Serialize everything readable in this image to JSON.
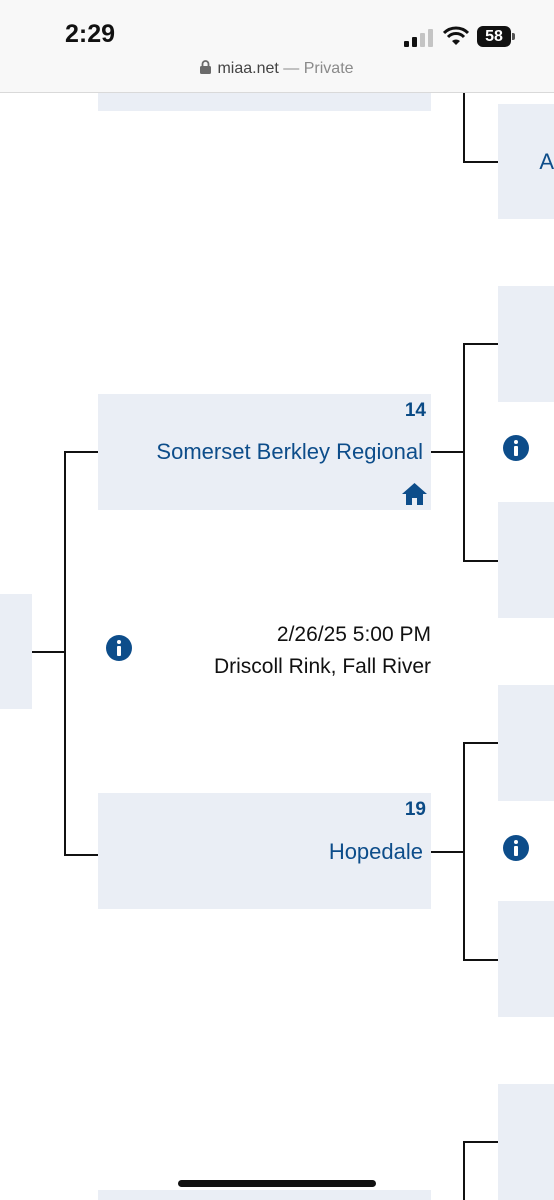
{
  "status_bar": {
    "time": "2:29",
    "battery": "58"
  },
  "address_bar": {
    "domain": "miaa.net",
    "mode": " — Private"
  },
  "right_partial": {
    "text": "A"
  },
  "match": {
    "top_team": {
      "seed": "14",
      "name": "Somerset Berkley Regional"
    },
    "bottom_team": {
      "seed": "19",
      "name": "Hopedale"
    },
    "date_time": "2/26/25 5:00 PM",
    "location": "Driscoll Rink, Fall River"
  },
  "colors": {
    "accent": "#0d4d8a",
    "slot_bg": "#eaeef5",
    "line": "#111111"
  }
}
